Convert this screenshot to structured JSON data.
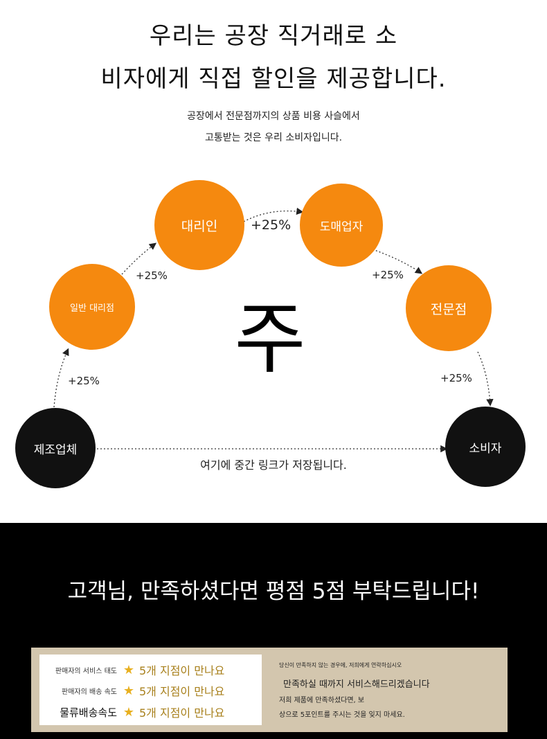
{
  "header": {
    "line1": "우리는 공장 직거래로 소",
    "line2": "비자에게 직접 할인을 제공합니다.",
    "sub1": "공장에서 전문점까지의 상품 비용 사슬에서",
    "sub2": "고통받는 것은 우리 소비자입니다."
  },
  "diagram": {
    "nodes": {
      "manufacturer": "제조업체",
      "general_agency": "일반 대리점",
      "agent": "대리인",
      "wholesaler": "도매업자",
      "specialty_store": "전문점",
      "consumer": "소비자"
    },
    "markups": [
      "+25%",
      "+25%",
      "+25%",
      "+25%",
      "+25%"
    ],
    "center_char": "주",
    "direct_note": "여기에 중간 링크가 저장됩니다.",
    "colors": {
      "intermediary": "#f5890f",
      "endpoint": "#111111"
    }
  },
  "banner": {
    "title": "고객님, 만족하셨다면 평점 5점 부탁드립니다!"
  },
  "ratings": [
    {
      "label": "판매자의 서비스 태도",
      "value": "5개 지점이 만나요"
    },
    {
      "label": "판매자의 배송 속도",
      "value": "5개 지점이 만나요"
    },
    {
      "label": "물류배송속도",
      "value": "5개 지점이 만나요"
    }
  ],
  "notes": {
    "line1": "당신이 만족하지 않는 경우에, 저희에게 연락하십시오",
    "line2": "만족하실 때까지 서비스해드리겠습니다",
    "line3": "저희 제품에 만족하셨다면, 보",
    "line4": "상으로 5포인트를 주시는 것을 잊지 마세요."
  }
}
